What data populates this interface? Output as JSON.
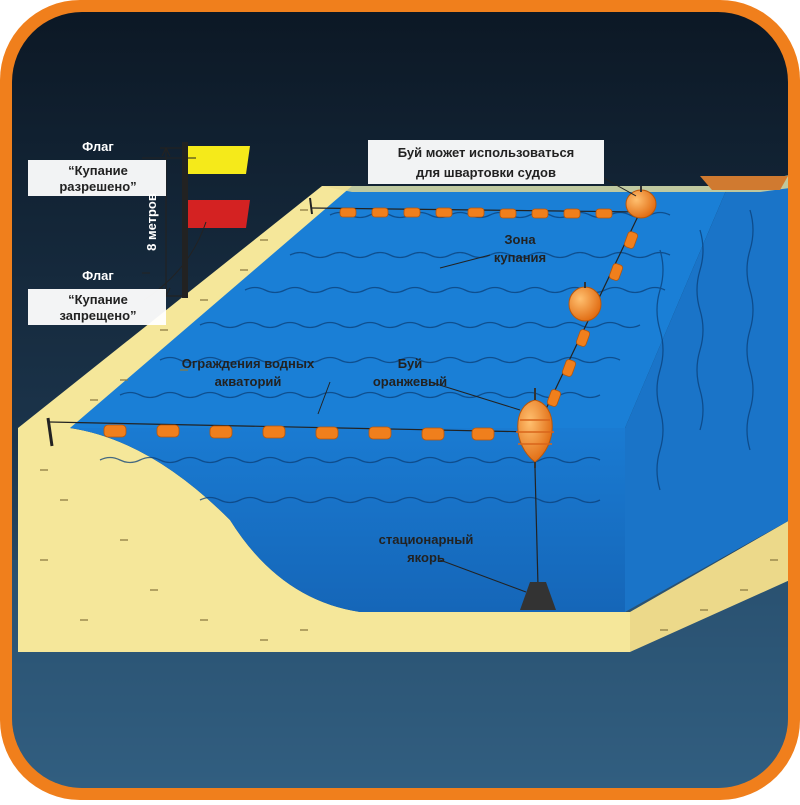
{
  "labels": {
    "flag_allowed_1": "Флаг",
    "flag_allowed_2": "“Купание",
    "flag_allowed_3": "разрешено”",
    "flag_height": "8 метров",
    "flag_forbidden_1": "Флаг",
    "flag_forbidden_2": "“Купание",
    "flag_forbidden_3": "запрещено”",
    "buoy_mooring_1": "Буй может использоваться",
    "buoy_mooring_2": "для швартовки судов",
    "swim_zone_1": "Зона",
    "swim_zone_2": "купания",
    "fence_1": "Ограждения водных",
    "fence_2": "акваторий",
    "buoy_orange_1": "Буй",
    "buoy_orange_2": "оранжевый",
    "anchor_1": "стационарный",
    "anchor_2": "якорь"
  },
  "colors": {
    "frame_orange": "#f07f1c",
    "sky_dark": "#0f1d2b",
    "sky_light": "#2a4f6a",
    "water": "#1a7fd6",
    "water_side": "#1466b8",
    "sand": "#f5e79a",
    "sand_side": "#ecd98a",
    "float_orange": "#f07f1c",
    "flag_yellow": "#f5ea1a",
    "flag_red": "#d42222",
    "anchor": "#333333"
  }
}
